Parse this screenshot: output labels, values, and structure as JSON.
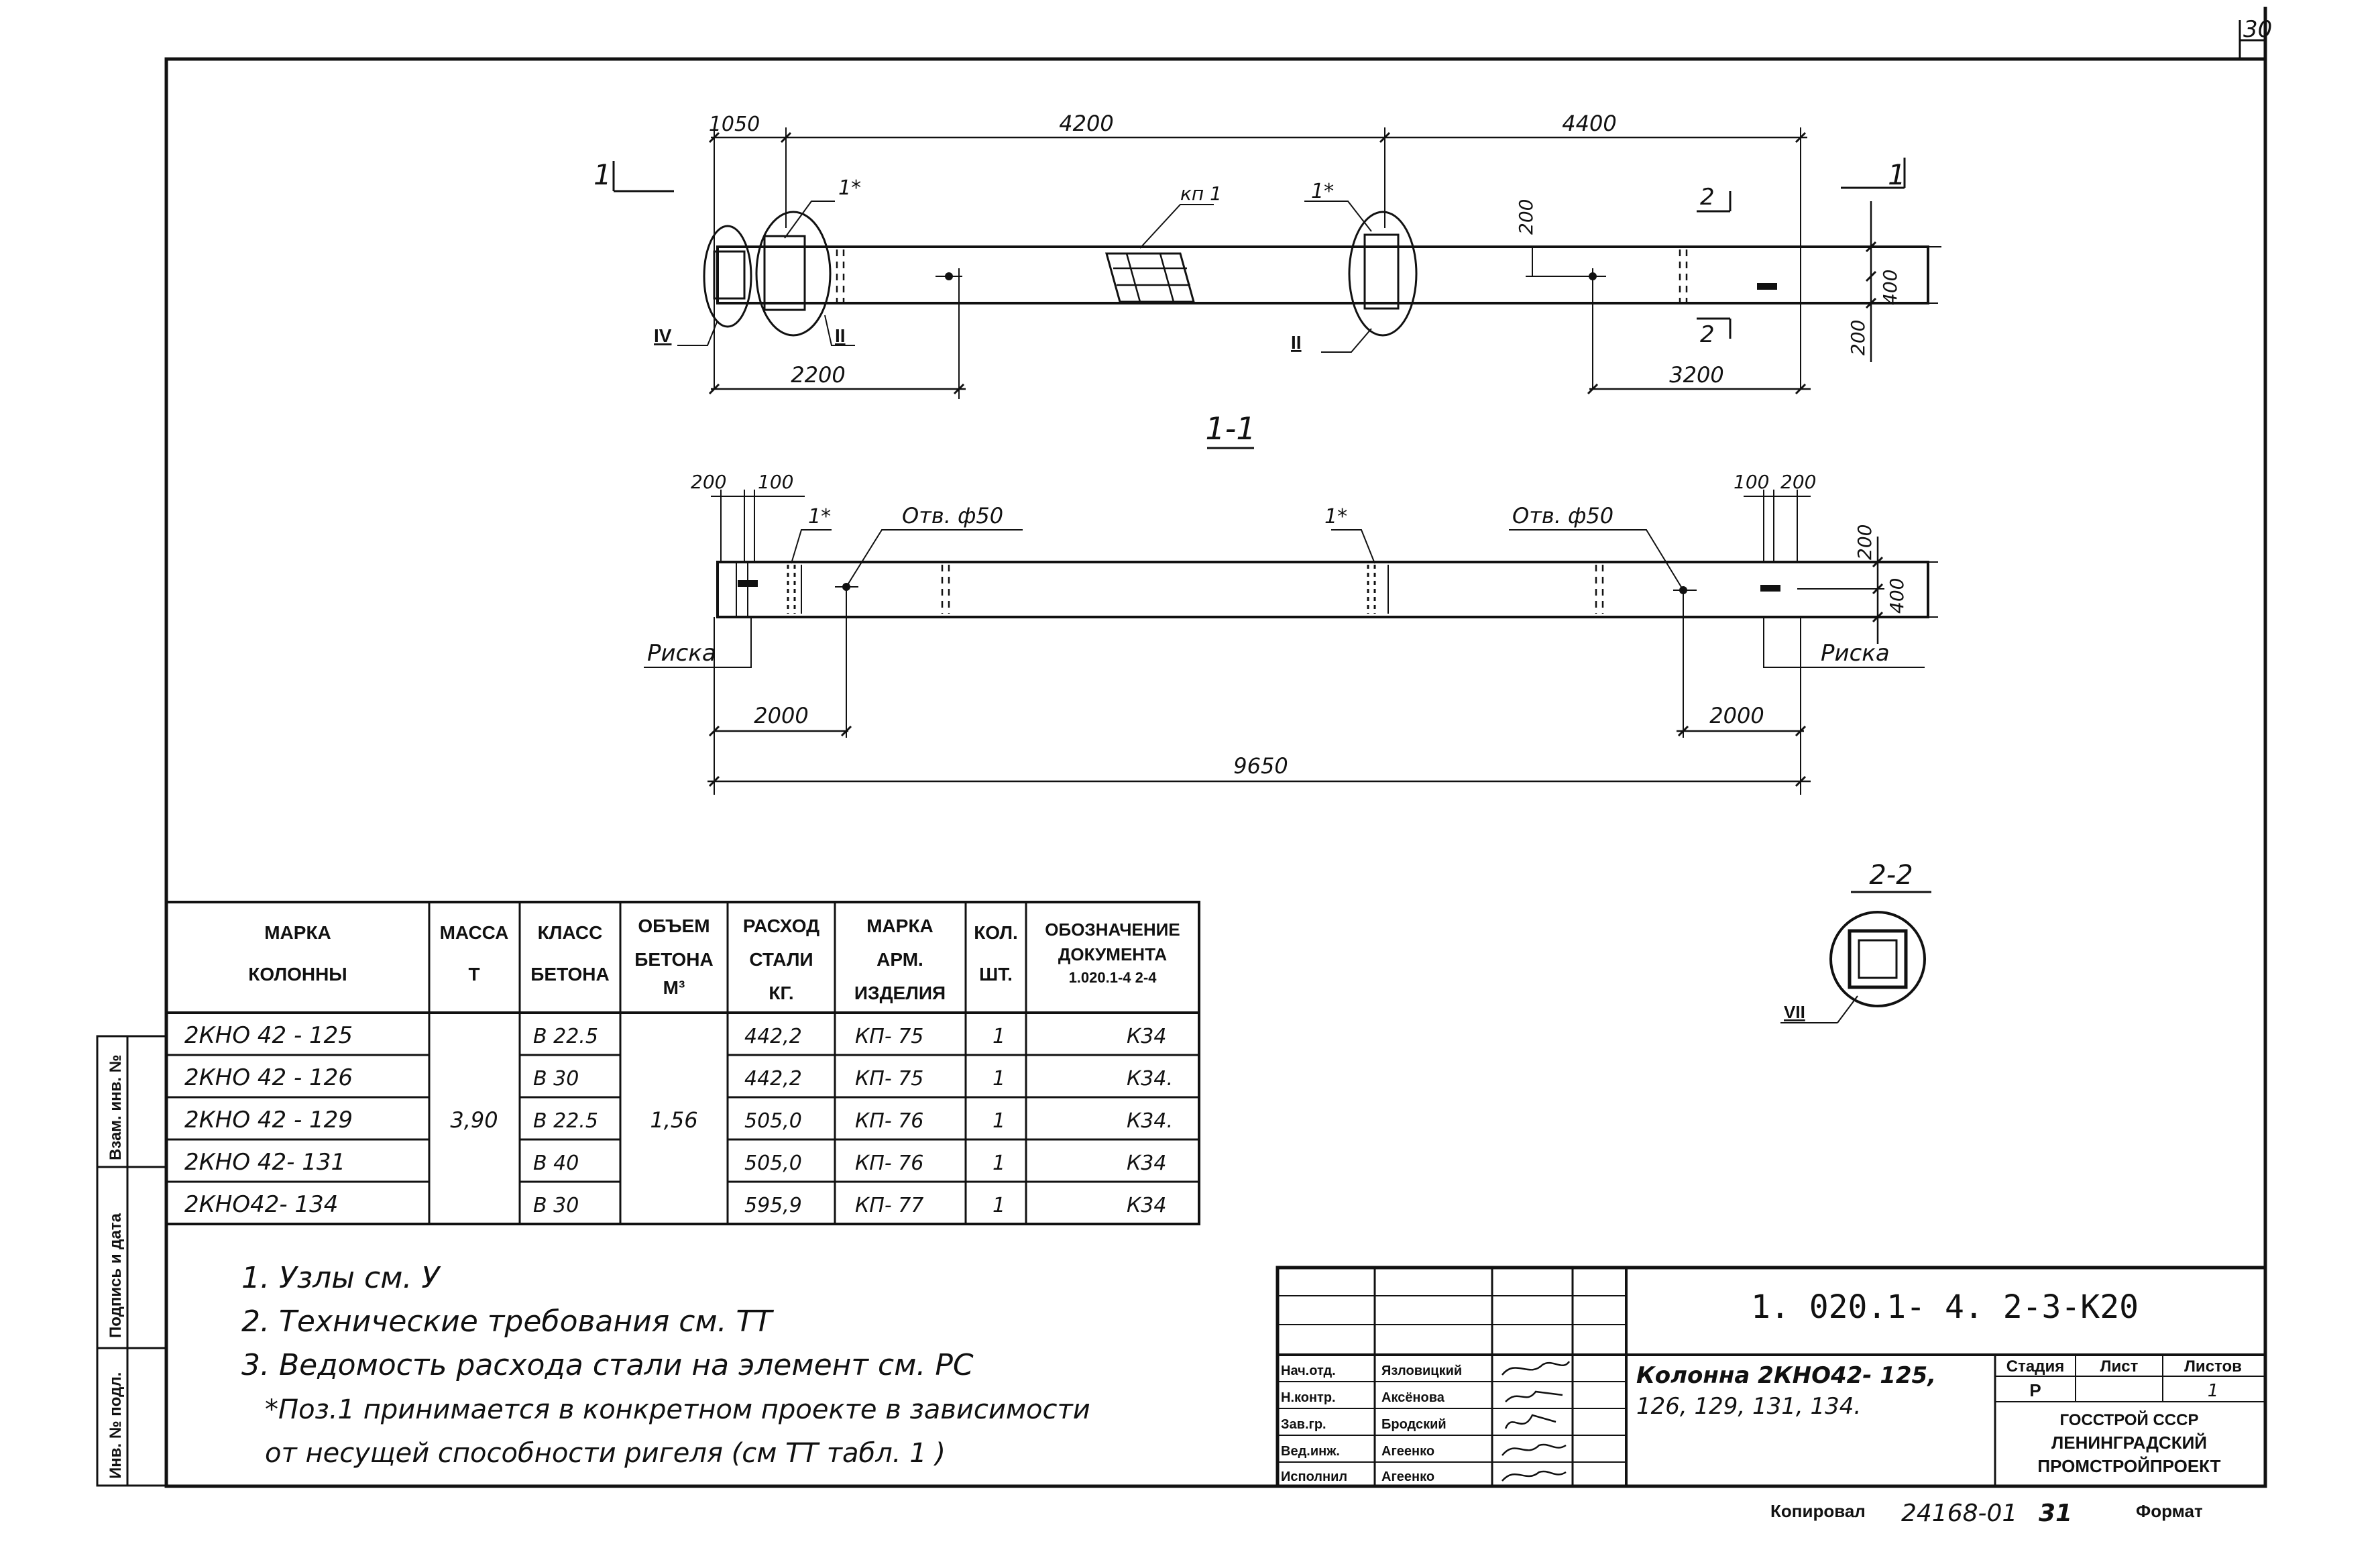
{
  "page_number": "30",
  "section_label": "1-1",
  "plan_left_marker": "1",
  "plan_right_marker": "1",
  "section22_label": "2-2",
  "section22_marker": "2",
  "dims_top": [
    "1050",
    "4200",
    "4400"
  ],
  "dims_plan_bottom": [
    "2200",
    "3200"
  ],
  "dims_plan_right": [
    "200",
    "400",
    "200"
  ],
  "plan_callouts": {
    "kp": "кп 1",
    "pos1a": "1*",
    "pos1b": "1*",
    "node_iv": "IV",
    "node_ii_a": "II",
    "node_ii_b": "II"
  },
  "section_dims": {
    "left_200": "200",
    "left_100": "100",
    "right_100": "100",
    "right_200": "200",
    "r_200": "200",
    "r_400": "400",
    "d2000_left": "2000",
    "d2000_right": "2000",
    "total": "9650"
  },
  "section_callouts": {
    "hole_left": "Отв. ф50",
    "hole_right": "Отв. ф50",
    "pos1_left": "1*",
    "pos1_mid": "1*",
    "risk_left": "Риска",
    "risk_right": "Риска"
  },
  "node_vii": "VII",
  "table": {
    "headers": [
      [
        "МАРКА",
        "КОЛОННЫ"
      ],
      [
        "МАССА",
        "Т"
      ],
      [
        "КЛАСС",
        "БЕТОНА"
      ],
      [
        "ОБЪЕМ",
        "БЕТОНА",
        "М³"
      ],
      [
        "РАСХОД",
        "СТАЛИ",
        "КГ."
      ],
      [
        "МАРКА",
        "АРМ.",
        "ИЗДЕЛИЯ"
      ],
      [
        "КОЛ.",
        "ШТ."
      ],
      [
        "ОБОЗНАЧЕНИЕ",
        "ДОКУМЕНТА",
        "1.020.1-4  2-4"
      ]
    ],
    "rows": [
      [
        "2КНО 42 - 125",
        "В 22.5",
        "442,2",
        "КП- 75",
        "1",
        "К34"
      ],
      [
        "2КНО 42 - 126",
        "В 30",
        "442,2",
        "КП- 75",
        "1",
        "К34."
      ],
      [
        "2КНО 42 - 129",
        "В 22.5",
        "505,0",
        "КП- 76",
        "1",
        "К34."
      ],
      [
        "2КНО 42- 131",
        "В 40",
        "505,0",
        "КП- 76",
        "1",
        "К34"
      ],
      [
        "2КНО42- 134",
        "В 30",
        "595,9",
        "КП- 77",
        "1",
        "К34"
      ]
    ],
    "merged_mass": "3,90",
    "merged_volume": "1,56"
  },
  "notes": [
    "1. Узлы см. У",
    "2. Технические требования см. ТТ",
    "3. Ведомость расхода стали на элемент см. РС",
    "*Поз.1 принимается в конкретном проекте в зависимости",
    "от несущей способности ригеля (см ТТ табл. 1 )"
  ],
  "side_stamp": [
    "Инв. № подл.",
    "Подпись и дата",
    "Взам. инв. №"
  ],
  "title_block": {
    "doc_code": "1. 020.1- 4.  2-3-К20",
    "element_title_line1": "Колонна 2КНО42- 125,",
    "element_title_line2": "126, 129, 131, 134.",
    "stage_header": [
      "Стадия",
      "Лист",
      "Листов"
    ],
    "stage_values": [
      "Р",
      "",
      "1"
    ],
    "org": [
      "ГОССТРОЙ СССР",
      "ЛЕНИНГРАДСКИЙ",
      "ПРОМСТРОЙПРОЕКТ"
    ],
    "roles": [
      {
        "role": "Нач.отд.",
        "name": "Язловицкий"
      },
      {
        "role": "Н.контр.",
        "name": "Аксёнова"
      },
      {
        "role": "Зав.гр.",
        "name": "Бродский"
      },
      {
        "role": "Вед.инж.",
        "name": "Агеенко"
      },
      {
        "role": "Исполнил",
        "name": "Агеенко"
      }
    ]
  },
  "bottom": {
    "copied_label": "Копировал",
    "archive_no": "24168-01",
    "sheet_no": "31",
    "format_label": "Формат"
  }
}
